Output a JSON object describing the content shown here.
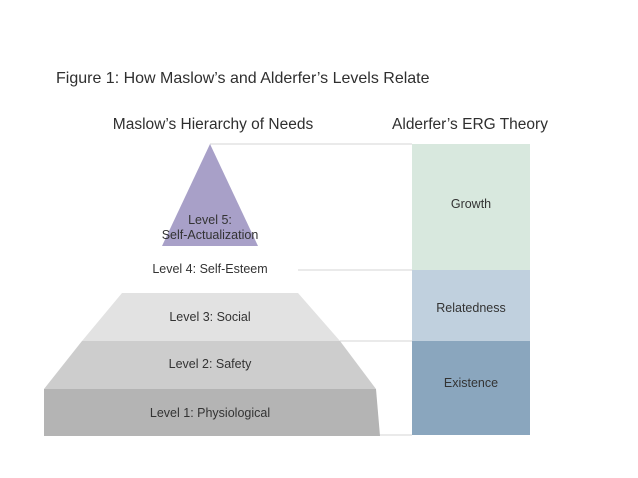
{
  "figure": {
    "title": "Figure 1: How Maslow’s and Alderfer’s Levels Relate"
  },
  "maslow": {
    "heading": "Maslow’s Hierarchy of Needs",
    "levels": [
      {
        "line1": "Level 5:",
        "line2": "Self-Actualization",
        "color": "#a8a0c8"
      },
      {
        "line1": "Level 4: Self-Esteem",
        "color": "#ffffff"
      },
      {
        "line1": "Level 3: Social",
        "color": "#e2e2e2"
      },
      {
        "line1": "Level 2: Safety",
        "color": "#cdcdcd"
      },
      {
        "line1": "Level 1: Physiological",
        "color": "#b4b4b4"
      }
    ]
  },
  "erg": {
    "heading": "Alderfer’s ERG Theory",
    "categories": [
      {
        "label": "Growth",
        "color": "#d8e8de"
      },
      {
        "label": "Relatedness",
        "color": "#c0d0de"
      },
      {
        "label": "Existence",
        "color": "#8aa6be"
      }
    ]
  },
  "colors": {
    "connector_line": "#d5d5d5"
  }
}
